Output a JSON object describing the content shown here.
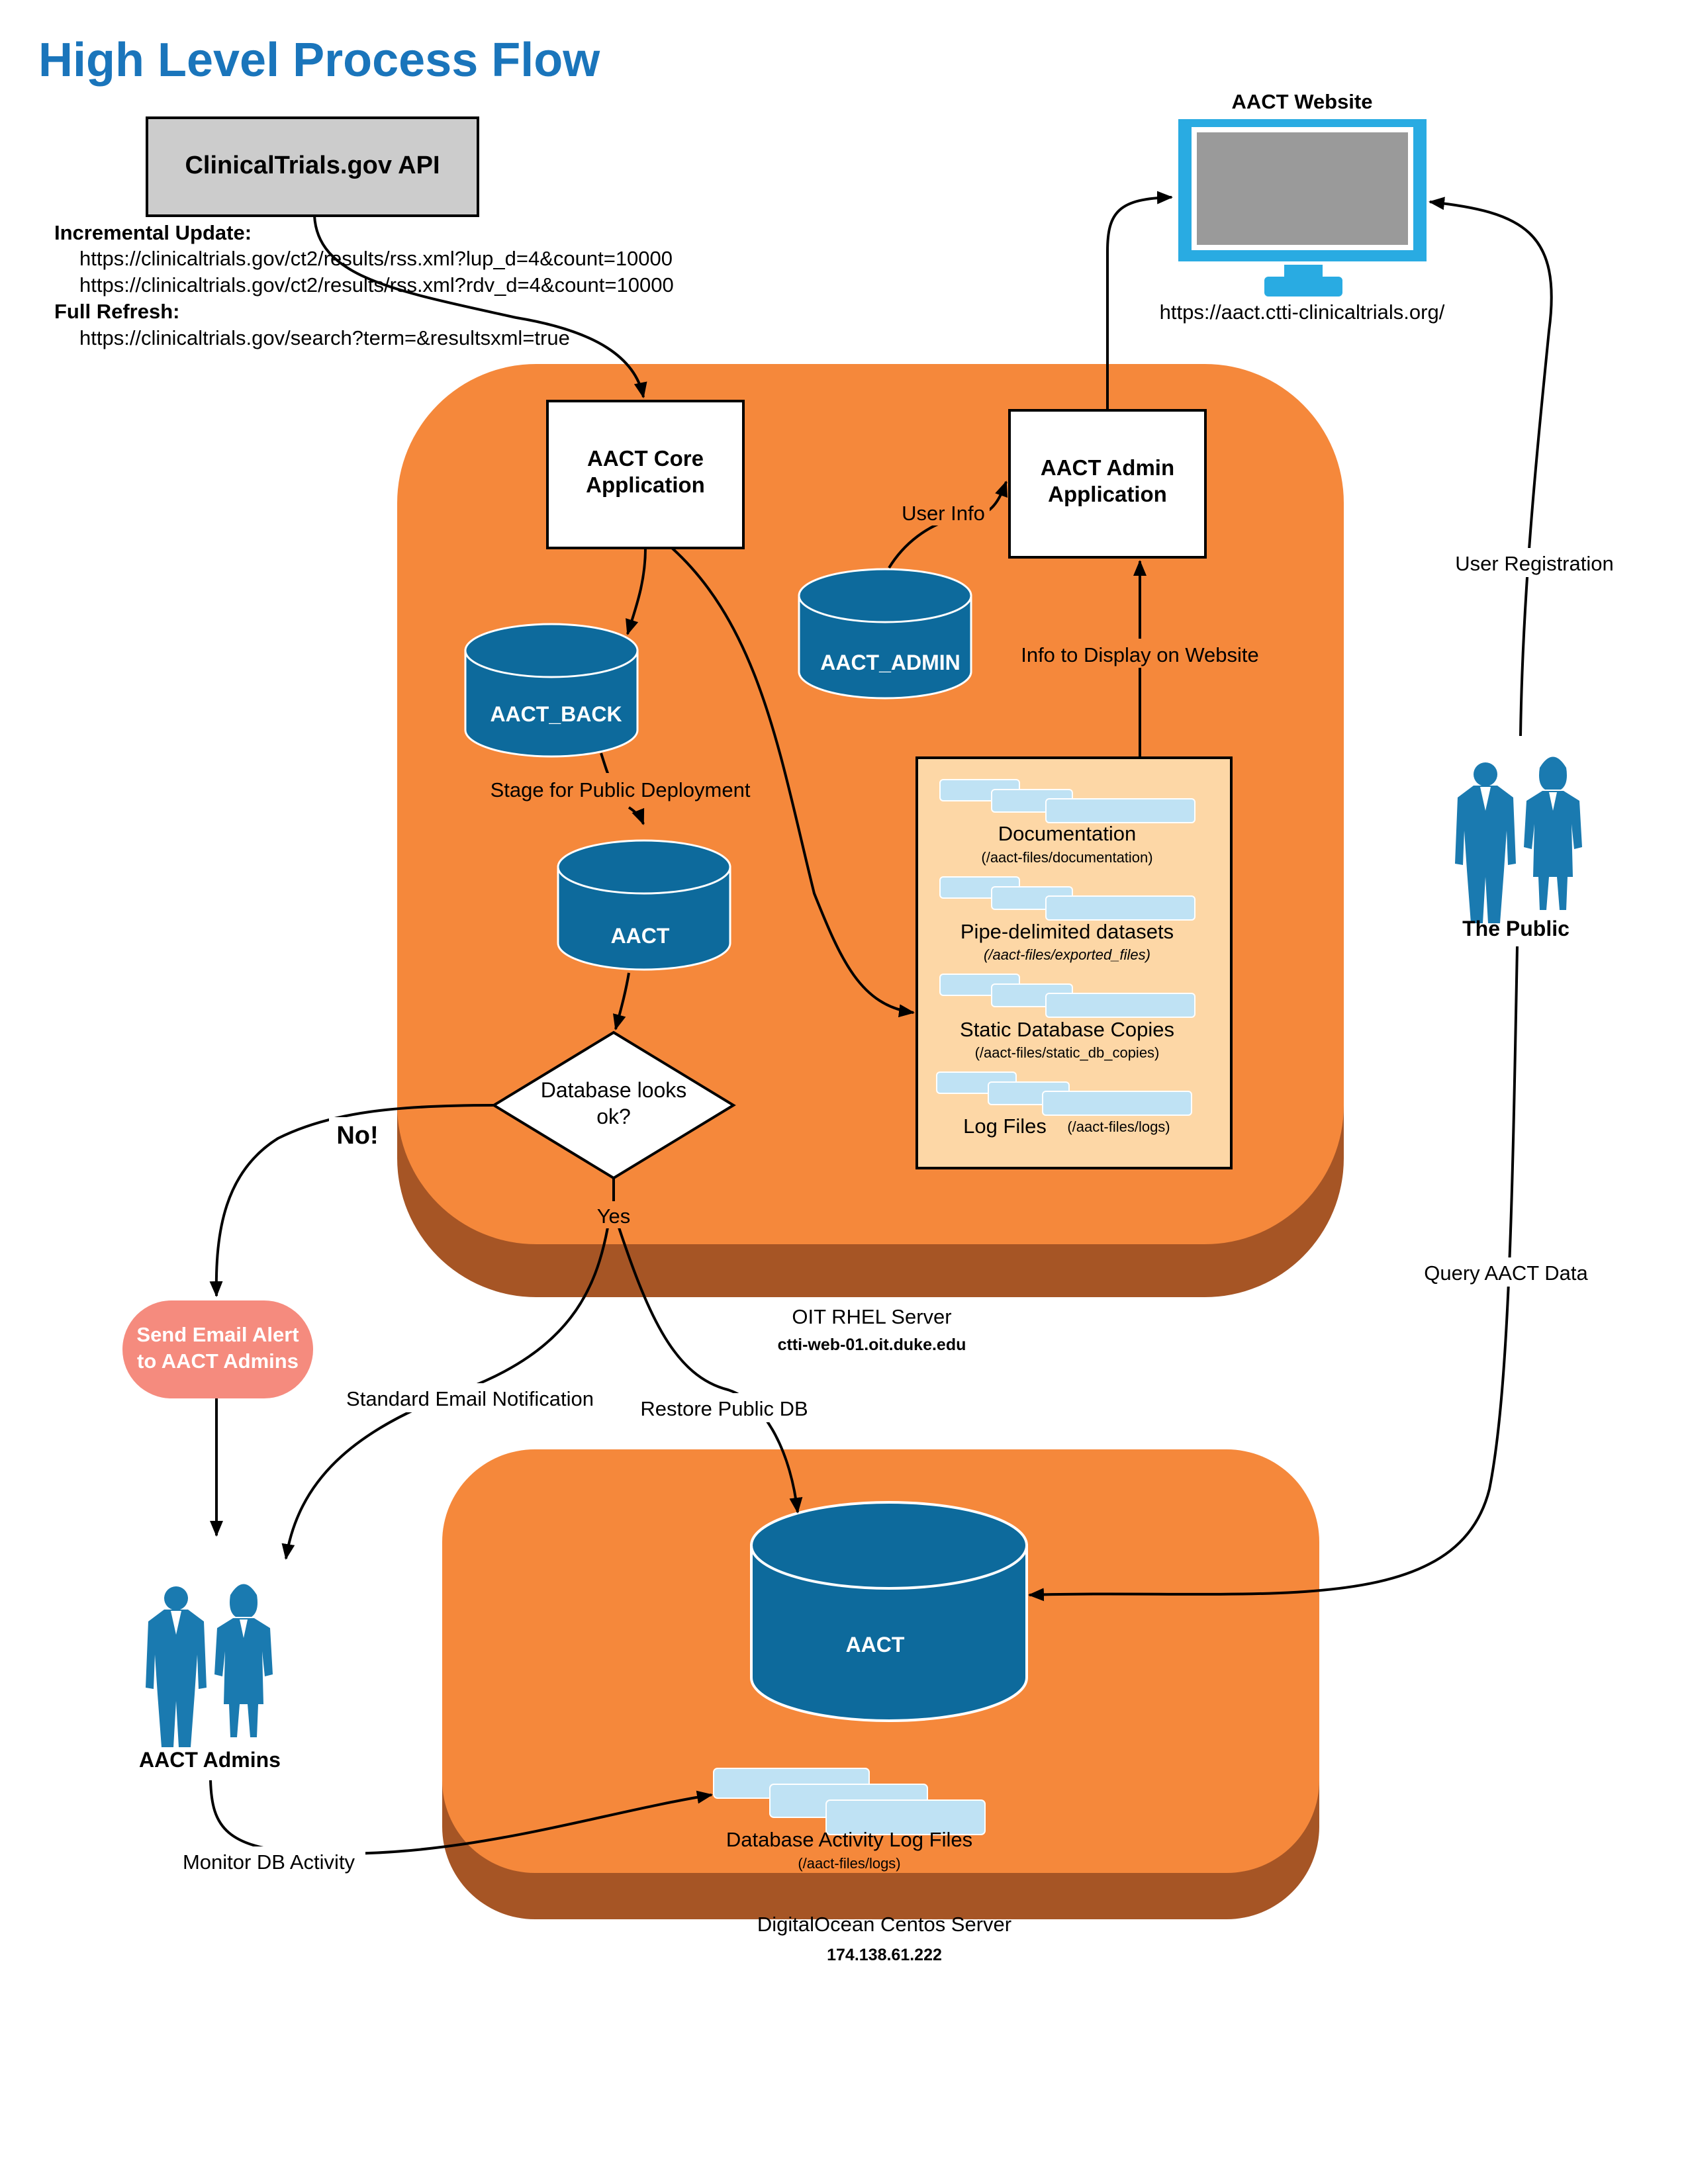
{
  "title": "High Level Process Flow",
  "source": {
    "label": "ClinicalTrials.gov API",
    "incremental_heading": "Incremental Update:",
    "incremental_url_1": "https://clinicaltrials.gov/ct2/results/rss.xml?lup_d=4&count=10000",
    "incremental_url_2": "https://clinicaltrials.gov/ct2/results/rss.xml?rdv_d=4&count=10000",
    "full_heading": "Full Refresh:",
    "full_url": "https://clinicaltrials.gov/search?term=&resultsxml=true"
  },
  "website": {
    "title": "AACT Website",
    "url": "https://aact.ctti-clinicaltrials.org/"
  },
  "oit_server": {
    "name": "OIT RHEL Server",
    "host": "ctti-web-01.oit.duke.edu",
    "core_app_line1": "AACT Core",
    "core_app_line2": "Application",
    "admin_app_line1": "AACT Admin",
    "admin_app_line2": "Application",
    "db_back": "AACT_BACK",
    "db_admin": "AACT_ADMIN",
    "db_public": "AACT",
    "decision_line1": "Database looks",
    "decision_line2": "ok?",
    "files": [
      {
        "name": "Documentation",
        "path": "(/aact-files/documentation)"
      },
      {
        "name": "Pipe-delimited datasets",
        "path": "(/aact-files/exported_files)"
      },
      {
        "name": "Static Database Copies",
        "path": "(/aact-files/static_db_copies)"
      },
      {
        "name": "Log Files",
        "path": "(/aact-files/logs)"
      }
    ]
  },
  "do_server": {
    "name": "DigitalOcean Centos Server",
    "ip": "174.138.61.222",
    "db": "AACT",
    "log_title": "Database Activity Log Files",
    "log_path": "(/aact-files/logs)"
  },
  "labels": {
    "user_info": "User Info",
    "info_display": "Info to Display on Website",
    "stage": "Stage for Public Deployment",
    "no": "No!",
    "yes": "Yes",
    "email_alert_line1": "Send Email Alert",
    "email_alert_line2": "to AACT Admins",
    "std_email": "Standard Email Notification",
    "restore": "Restore Public DB",
    "user_reg": "User Registration",
    "query": "Query AACT Data",
    "monitor": "Monitor DB Activity"
  },
  "actors": {
    "public": "The Public",
    "admins": "AACT Admins"
  },
  "colors": {
    "title_blue": "#1a75bb",
    "server_orange": "#f5883b",
    "server_shadow": "#a65525",
    "db_blue": "#0d6a9c",
    "files_panel": "#fdd7a6",
    "file_icon": "#bfe2f4",
    "monitor_blue": "#29abe2",
    "screen_gray": "#9a9a9a",
    "api_box": "#cccccc",
    "alert_salmon": "#f58b7e",
    "person_blue": "#1a7ab0"
  }
}
